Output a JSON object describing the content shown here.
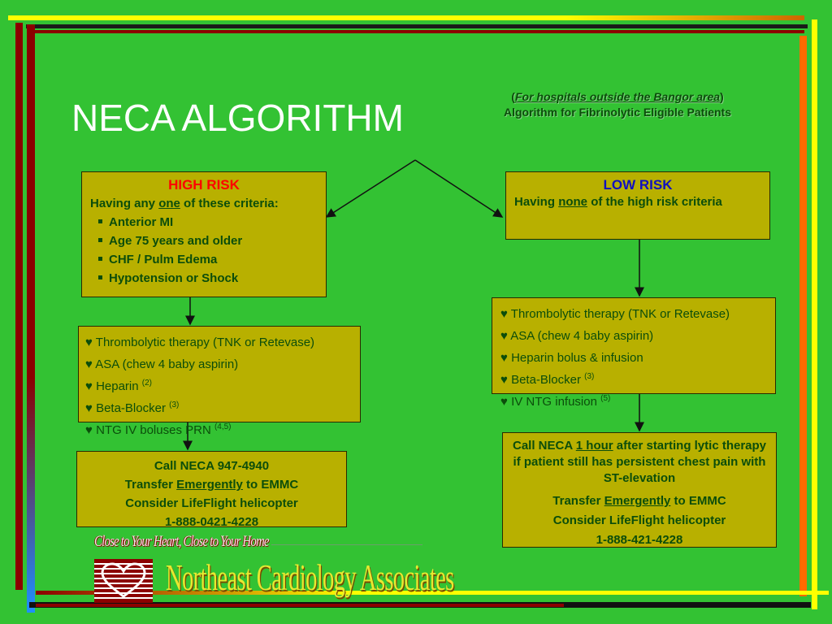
{
  "title": "NECA ALGORITHM",
  "subtitle": {
    "paren_open": "(",
    "note": "For hospitals outside the Bangor area",
    "paren_close": ")",
    "line2": "Algorithm for Fibrinolytic Eligible Patients"
  },
  "high_risk": {
    "heading": "HIGH RISK",
    "criteria_prefix": "Having any ",
    "criteria_emph": "one",
    "criteria_suffix": " of these criteria:",
    "items": [
      "Anterior MI",
      "Age 75 years and older",
      "CHF / Pulm Edema",
      "Hypotension or Shock"
    ]
  },
  "high_treatment": {
    "items": [
      {
        "text": "♥ Thrombolytic therapy (TNK or Retevase)",
        "sup": ""
      },
      {
        "text": "♥ ASA (chew 4 baby aspirin)",
        "sup": ""
      },
      {
        "text": "♥ Heparin ",
        "sup": "(2)"
      },
      {
        "text": "♥ Beta-Blocker ",
        "sup": "(3)"
      },
      {
        "text": "♥ NTG IV boluses PRN ",
        "sup": "(4,5)"
      }
    ]
  },
  "high_action": {
    "line1": "Call NECA 947-4940",
    "line2_prefix": "Transfer ",
    "line2_emph": "Emergently",
    "line2_suffix": " to EMMC",
    "line3": "Consider LifeFlight helicopter",
    "line4": "1-888-0421-4228"
  },
  "low_risk": {
    "heading": "LOW RISK",
    "criteria_prefix": "Having ",
    "criteria_emph": "none",
    "criteria_suffix": " of the high risk criteria"
  },
  "low_treatment": {
    "items": [
      {
        "text": "♥ Thrombolytic therapy (TNK or Retevase)",
        "sup": ""
      },
      {
        "text": "♥ ASA (chew 4 baby aspirin)",
        "sup": ""
      },
      {
        "text": "♥ Heparin bolus & infusion",
        "sup": ""
      },
      {
        "text": "♥ Beta-Blocker ",
        "sup": "(3)"
      },
      {
        "text": "♥ IV NTG infusion ",
        "sup": "(5)"
      }
    ]
  },
  "low_action": {
    "line1_prefix": "Call NECA ",
    "line1_emph": "1 hour",
    "line1_suffix": " after starting lytic therapy if patient still has persistent chest pain with ST-elevation",
    "line2_prefix": "Transfer ",
    "line2_emph": "Emergently",
    "line2_suffix": " to EMMC",
    "line3": "Consider LifeFlight helicopter",
    "line4": "1-888-421-4228"
  },
  "footer": {
    "tagline": "Close to Your Heart, Close to Your Home",
    "brand": "Northeast Cardiology Associates"
  },
  "colors": {
    "background": "#33c233",
    "box": "#b8b000",
    "high_risk_heading": "#ff0000",
    "low_risk_heading": "#1010c0",
    "text": "#0b4d0b"
  }
}
